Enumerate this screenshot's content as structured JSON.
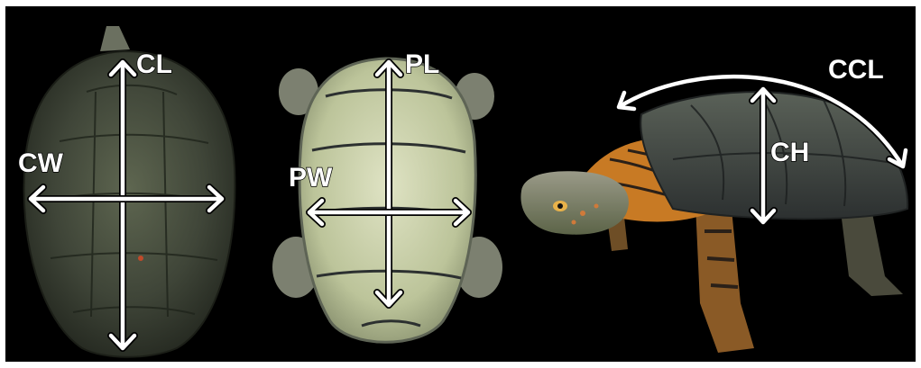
{
  "figure": {
    "background": "#000000",
    "photos": [
      {
        "subject": "carapace-dorsal-view"
      },
      {
        "subject": "plastron-ventral-view"
      },
      {
        "subject": "turtle-lateral-view"
      }
    ],
    "labels": {
      "carapace_length": "CL",
      "carapace_width": "CW",
      "plastron_length": "PL",
      "plastron_width": "PW",
      "carapace_height": "CH",
      "curved_carapace_length": "CCL"
    },
    "colors": {
      "arrow": "#ffffff",
      "label_text": "#ffffff",
      "carapace": "#3b4135",
      "plastron": "#c9d1a8",
      "skin_orange": "#e0902a"
    }
  }
}
